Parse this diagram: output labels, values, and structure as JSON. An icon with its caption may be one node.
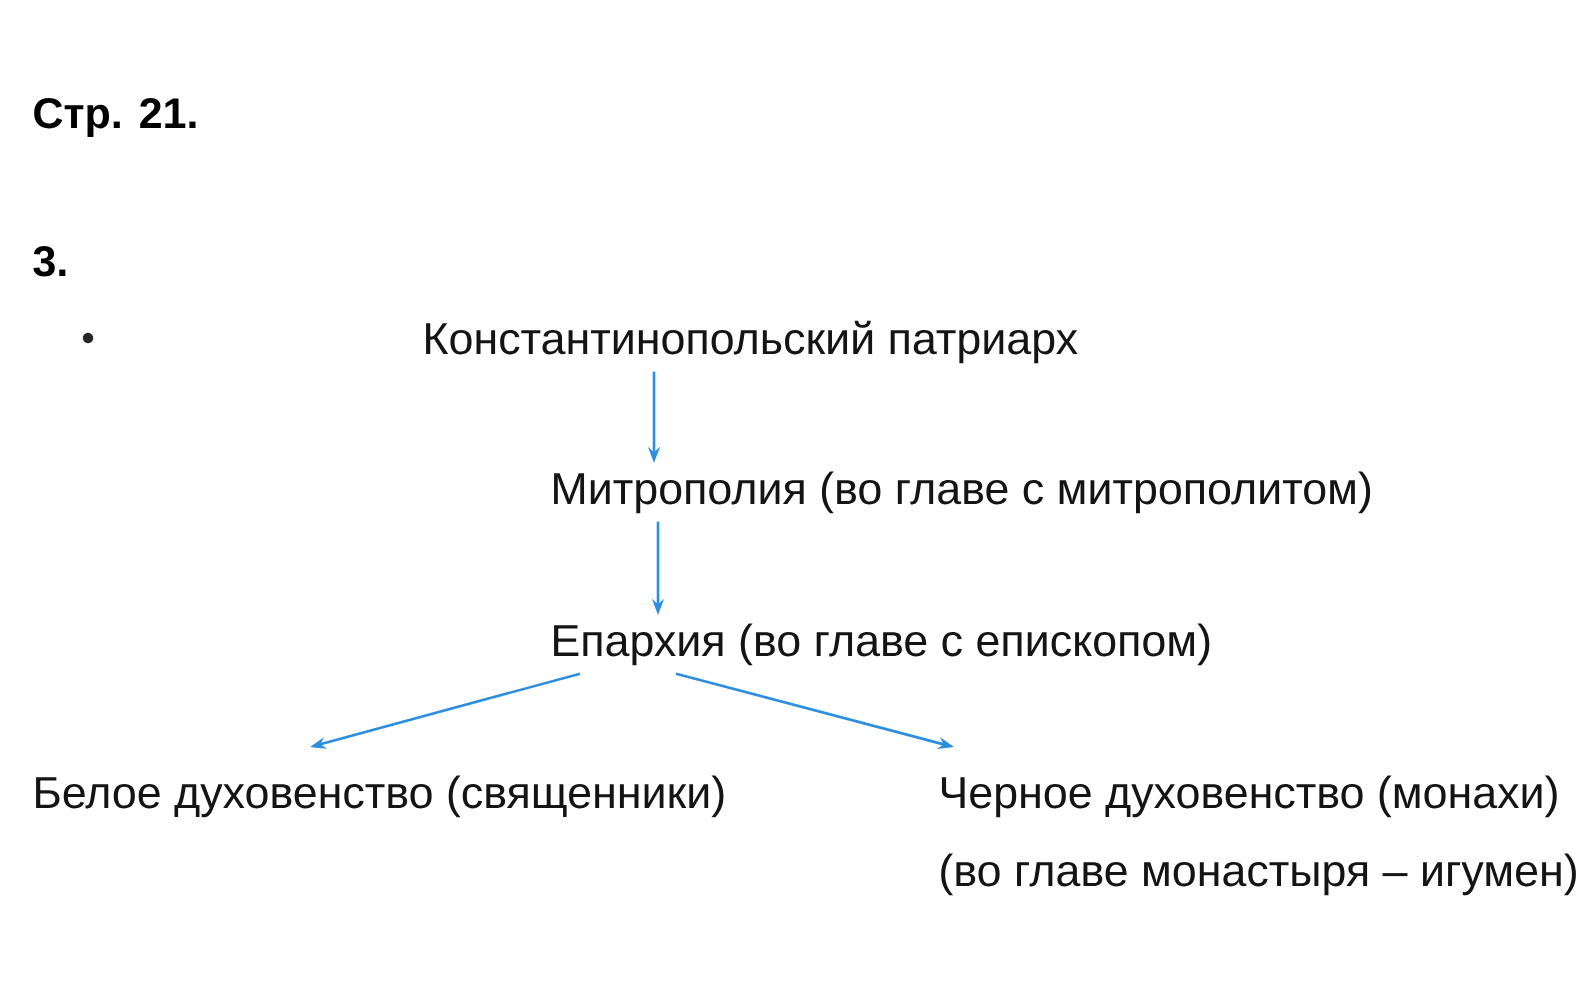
{
  "diagram": {
    "title": "Стр. 21.",
    "nodes": [
      {
        "text": [
          "Константинопольский патриарх"
        ]
      },
      {
        "text": [
          "Митрополия (во главе с митрополитом)"
        ]
      },
      {
        "text": [
          "Епархия (во главе с епископом)"
        ]
      },
      {
        "text": [
          "Белое духовенство (священники)"
        ]
      },
      {
        "text": [
          "Черное духовенство (монахи) (во главе монастыря – игумен)"
        ]
      }
    ],
    "edges": [
      {
        "from": 0,
        "to": 1,
        "arrow": "to"
      },
      {
        "from": 1,
        "to": 2,
        "arrow": "to"
      },
      {
        "from": 2,
        "to": 3,
        "arrow": "to"
      },
      {
        "from": 2,
        "to": 4,
        "arrow": "to"
      }
    ],
    "labels": [
      "3."
    ]
  }
}
